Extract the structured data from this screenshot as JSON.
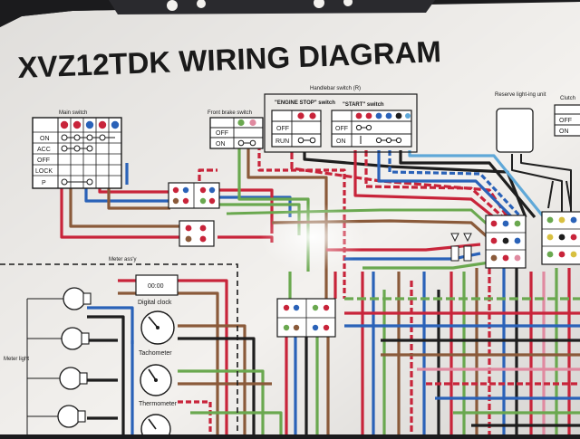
{
  "title": "XVZ12TDK WIRING DIAGRAM",
  "labels": {
    "main_switch": "Main switch",
    "front_brake_switch": "Front brake switch",
    "handlebar_switch": "Handlebar switch (R)",
    "engine_stop_switch": "\"ENGINE STOP\" switch",
    "start_switch": "\"START\" switch",
    "reserve_lighting_unit": "Reserve light-ing unit",
    "clutch": "Clutch",
    "meter_assy": "Meter ass'y",
    "digital_clock": "Digital clock",
    "clock_display": "00:00",
    "tachometer": "Tachometer",
    "thermometer": "Thermometer",
    "meter_light": "Meter light"
  },
  "main_switch_rows": [
    "ON",
    "ACC",
    "OFF",
    "LOCK",
    "P"
  ],
  "front_brake_rows": [
    "OFF",
    "ON"
  ],
  "engine_stop_rows": [
    "OFF",
    "RUN"
  ],
  "start_rows": [
    "OFF",
    "ON"
  ],
  "clutch_rows": [
    "OFF",
    "ON"
  ],
  "colors": {
    "red": "#c8243a",
    "blue": "#2a62b8",
    "brown": "#8a5a3a",
    "green": "#6aa84f",
    "black": "#1e1e1e",
    "pink": "#e08aa0",
    "yellow": "#d8c040",
    "sky": "#5fa8d8",
    "gray": "#9a9a9a",
    "paper": "#f3f1ee"
  }
}
